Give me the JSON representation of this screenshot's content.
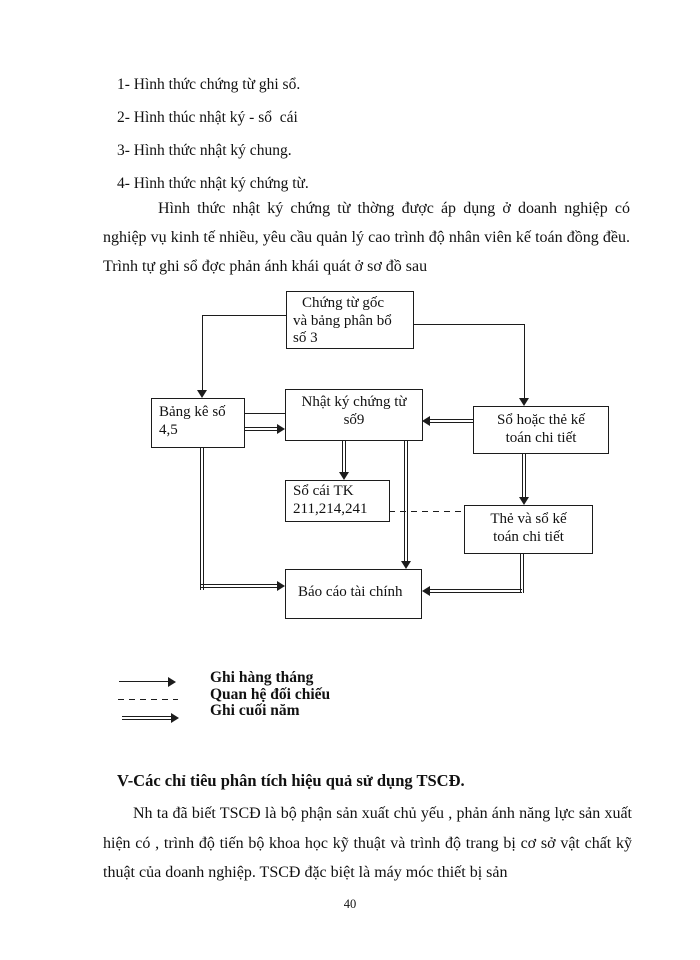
{
  "page": {
    "number": "40"
  },
  "list": {
    "items": [
      {
        "text": "1- Hình thức chứng từ ghi sổ."
      },
      {
        "text": "2- Hình thúc nhật ký - sổ  cái"
      },
      {
        "text": "3- Hình thức nhật ký chung."
      },
      {
        "text": "4- Hình thức nhật ký chứng từ."
      }
    ]
  },
  "intro": {
    "text": "Hình thức nhật ký chứng từ thờng   được áp  dụng ở doanh nghiệp có nghiệp vụ kinh tế nhiều, yêu cầu quản lý cao trình độ nhân viên kế toán đồng đều. Trình tự ghi sổ đợc   phản ánh khái quát ở sơ đồ sau"
  },
  "diagram": {
    "boxes": [
      {
        "id": "chung-tu-goc",
        "lines": [
          "Chứng từ gốc",
          "và bảng phân bổ",
          "số 3"
        ]
      },
      {
        "id": "bang-ke",
        "lines": [
          "Bảng kê số",
          "4,5"
        ]
      },
      {
        "id": "nhat-ky-chung-tu",
        "lines": [
          "Nhật ký chứng từ",
          "số9"
        ]
      },
      {
        "id": "so-hoac-the",
        "lines": [
          "Sổ hoặc thẻ kế",
          "toán chi tiết"
        ]
      },
      {
        "id": "so-cai-tk",
        "lines": [
          "Sổ cái TK",
          "211,214,241"
        ]
      },
      {
        "id": "the-va-so",
        "lines": [
          "Thẻ và sổ kế",
          "toán chi tiết"
        ]
      },
      {
        "id": "bao-cao-tai-chinh",
        "lines": [
          "Báo cáo tài chính"
        ]
      }
    ],
    "legend": [
      {
        "symbol": "solid-arrow",
        "label": "Ghi hàng tháng"
      },
      {
        "symbol": "dashed-line",
        "label": "Quan hệ đối chiếu"
      },
      {
        "symbol": "double-arrow",
        "label": "Ghi cuối năm"
      }
    ]
  },
  "section": {
    "heading": "V-Các chỉ tiêu  phân tích hiệu quả sử dụng TSCĐ.",
    "paragraph": "Nh   ta đã biết TSCĐ là bộ phận sản xuất chủ yếu , phản ánh năng lực sản xuất hiện có , trình độ tiến bộ khoa học kỹ thuật và trình độ trang bị  cơ sở vật chất kỹ thuật của doanh nghiệp. TSCĐ đặc biệt là máy móc thiết bị sản"
  },
  "colors": {
    "ink": "#1c1c1c",
    "paper": "#ffffff"
  }
}
